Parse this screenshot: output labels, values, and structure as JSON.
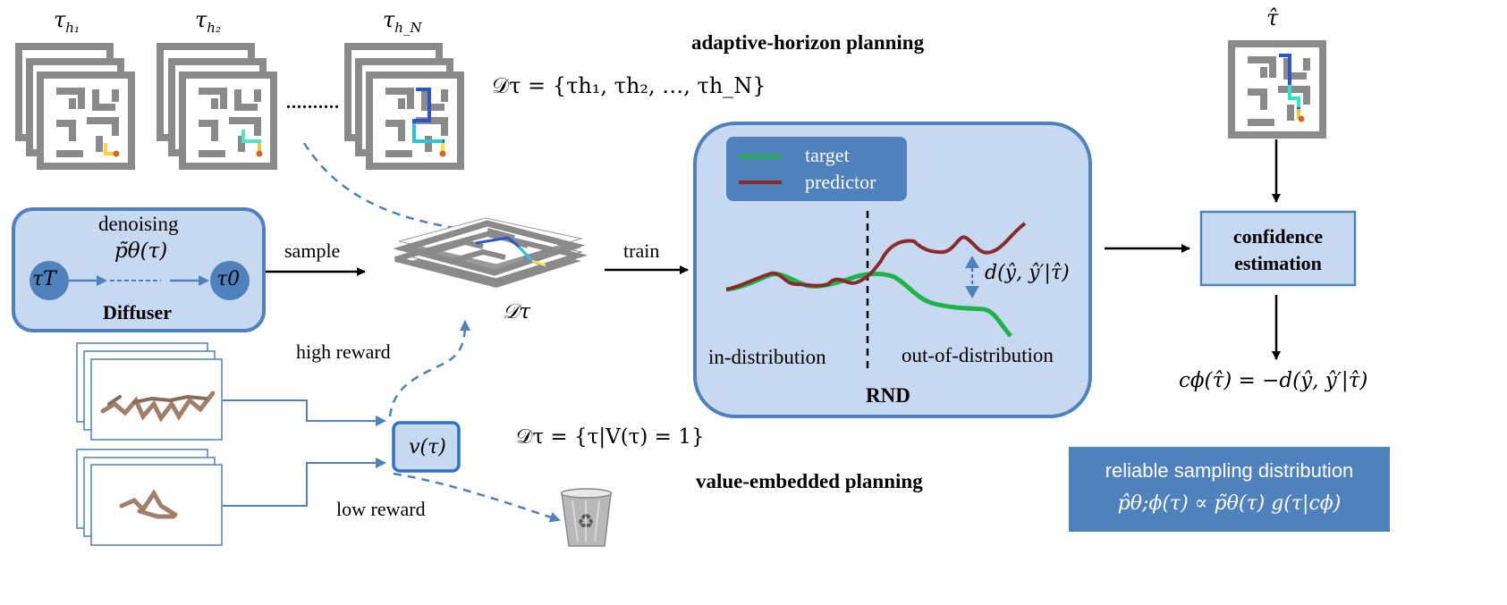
{
  "mazes": {
    "label_1": "τ",
    "sub_1": "h₁",
    "label_2": "τ",
    "sub_2": "h₂",
    "label_n": "τ",
    "sub_n": "h_N",
    "ellipsis": ".........."
  },
  "top_right": {
    "tau_hat": "τ̂"
  },
  "adaptive": {
    "title": "adaptive-horizon planning",
    "dataset_formula": "𝒟τ = {τh₁, τh₂, …, τh_N}"
  },
  "diffuser": {
    "top_label": "denoising",
    "formula": "p̃θ(τ)",
    "start_node": "τT",
    "end_node": "τ0",
    "name": "Diffuser",
    "sample_label": "sample"
  },
  "center": {
    "dataset_label": "𝒟τ",
    "train_label": "train"
  },
  "value": {
    "high_reward": "high reward",
    "low_reward": "low reward",
    "node": "v(τ)",
    "dataset_formula": "𝒟τ = {τ|V(τ) = 1}",
    "title": "value-embedded planning"
  },
  "rnd": {
    "legend_target": "target",
    "legend_predictor": "predictor",
    "distance": "d(ŷ, ŷ′|τ̂)",
    "in_dist": "in-distribution",
    "out_dist": "out-of-distribution",
    "name": "RND",
    "target_color": "#1db34a",
    "predictor_color": "#8b2a2a"
  },
  "confidence": {
    "title_line1": "confidence",
    "title_line2": "estimation",
    "formula": "cϕ(τ̂) = −d(ŷ, ŷ′|τ̂)"
  },
  "reliable": {
    "line1": "reliable sampling distribution",
    "line2": "p̂θ;ϕ(τ) ∝ p̃θ(τ) g(τ|cϕ)"
  },
  "colors": {
    "accent_blue": "#4f81bd",
    "light_blue": "#c6d9f0",
    "maze_gray": "#808080"
  }
}
